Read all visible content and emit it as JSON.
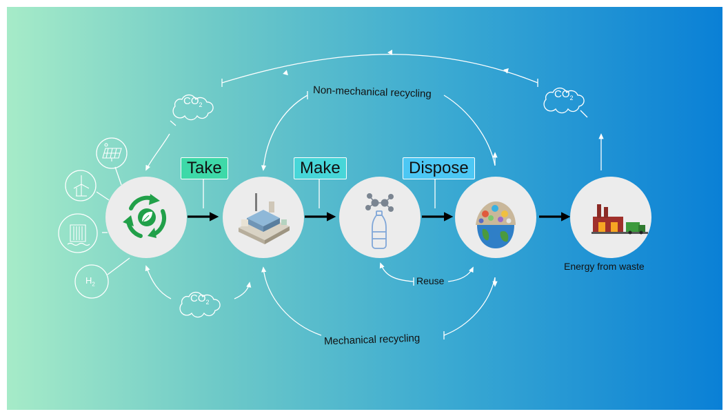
{
  "stages": {
    "take": "Take",
    "make": "Make",
    "dispose": "Dispose"
  },
  "loops": {
    "non_mechanical": "Non-mechanical recycling",
    "mechanical": "Mechanical recycling",
    "reuse": "Reuse"
  },
  "co2": {
    "base": "CO",
    "sub": "2"
  },
  "hydrogen": {
    "base": "H",
    "sub": "2"
  },
  "energy_from_waste": "Energy from waste",
  "colors": {
    "bg_start": "#a6ebc8",
    "bg_end": "#0a80d6",
    "take_tag": "#3ed9a8",
    "make_tag": "#47d6d8",
    "dispose_tag": "#4cc7f4",
    "circle_fill": "#ececec",
    "line": "#ffffff",
    "arrow": "#000000",
    "recycle_green": "#21a049"
  },
  "icons": {
    "energy_sources": [
      "solar-panel-icon",
      "wind-turbine-icon",
      "hydro-dam-icon",
      "hydrogen-icon"
    ],
    "nodes": [
      "renewable-recycle-icon",
      "factory-icon",
      "bottle-molecule-icon",
      "waste-globe-icon",
      "waste-plant-icon"
    ]
  }
}
